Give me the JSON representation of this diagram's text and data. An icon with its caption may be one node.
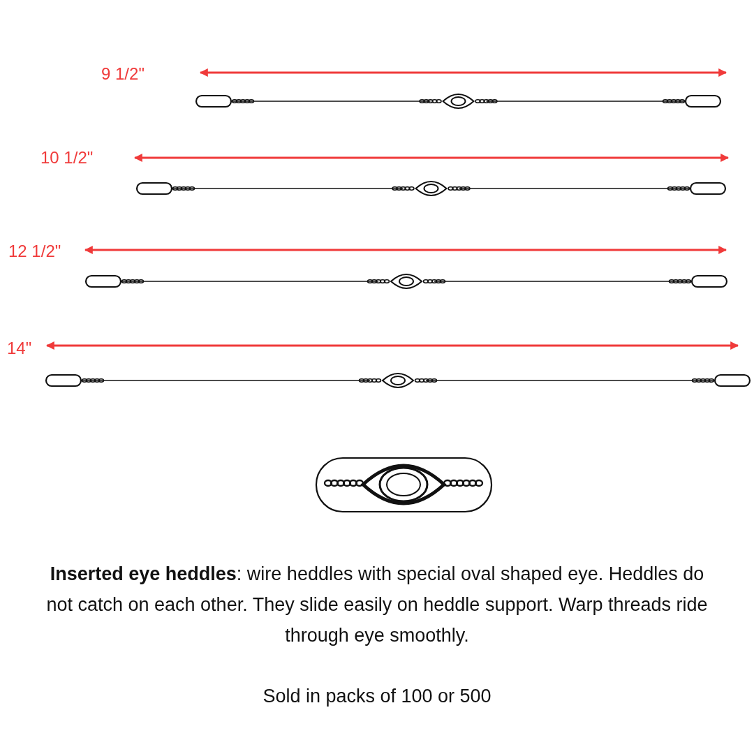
{
  "diagram": {
    "labels": [
      "9 1/2\"",
      "10 1/2\"",
      "12 1/2\"",
      "14\"",
      "**Inserted eye heddles**: wire heddles with special oval shaped eye. Heddles do not catch on each other. They slide easily on heddle support. Warp threads ride through eye smoothly.",
      "Sold in packs of 100 or 500"
    ]
  }
}
